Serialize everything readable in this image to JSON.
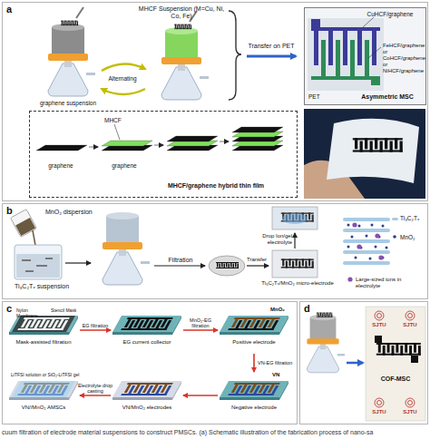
{
  "diagram": {
    "caption": "cuum filtration of electrode material suspensions to construct PMSCs. (a) Schematic illustration of the fabrication process of nano-sa",
    "nodes": [
      {
        "text": [
          "a"
        ]
      },
      {
        "text": [
          "CuHCF/graphene",
          "FeHCF/graphene or CoHCF/graphene or NiHCF/graphene",
          "PET",
          "Asymmetric MSC"
        ],
        "in": 0
      },
      {
        "text": [
          "graphene",
          "MHCF",
          "graphene",
          "MHCF/graphene hybrid thin film"
        ],
        "in": 0
      },
      {
        "text": [
          "b"
        ]
      },
      {
        "text": [
          "c"
        ]
      },
      {
        "text": [
          "Mask-assisted filtration"
        ],
        "in": 4
      },
      {
        "text": [
          "EG current collector"
        ],
        "in": 4
      },
      {
        "text": [
          "MnO₂",
          "Positive electrode"
        ],
        "in": 4
      },
      {
        "text": [
          "Negative electrode",
          "VN"
        ],
        "in": 4
      },
      {
        "text": [
          "VN/MnO₂ electrodes"
        ],
        "in": 4
      },
      {
        "text": [
          "VN//MnO₂ AMSCs"
        ],
        "in": 4
      },
      {
        "text": [
          "d"
        ]
      }
    ],
    "edges": [
      {
        "from": 5,
        "to": 6,
        "label": "EG filtration",
        "arrow": "to"
      },
      {
        "from": 6,
        "to": 7,
        "label": "MnO₂-EG filtration",
        "arrow": "to"
      },
      {
        "from": 7,
        "to": 8,
        "label": "VN-EG filtration",
        "arrow": "to"
      },
      {
        "from": 8,
        "to": 9,
        "arrow": "to"
      },
      {
        "from": 9,
        "to": 10,
        "label": "Electrolyte drop casting",
        "arrow": "to"
      }
    ],
    "labels": [
      "graphene suspension",
      "MHCF Suspension (M=Cu, Ni, Co, Fe)",
      "Alternating",
      "Transfer on PET",
      "MnO₂ dispersion",
      "Ti₃C₂Tₓ suspension",
      "Filtration",
      "Transfer",
      "Drop Ion/gel electrolyte",
      "Ti₃C₂Tₓ/MnO₂ micro-electrode",
      "Ti₃C₂Tₓ",
      "MnO₂",
      "Large-sized ions in electrolyte",
      "Nylon Membrane",
      "Stencil Mask",
      "LiTFSI solution or SiO₂-LiTFSI gel",
      "SJTU",
      "SJTU",
      "SJTU",
      "SJTU",
      "COF-MSC"
    ]
  }
}
